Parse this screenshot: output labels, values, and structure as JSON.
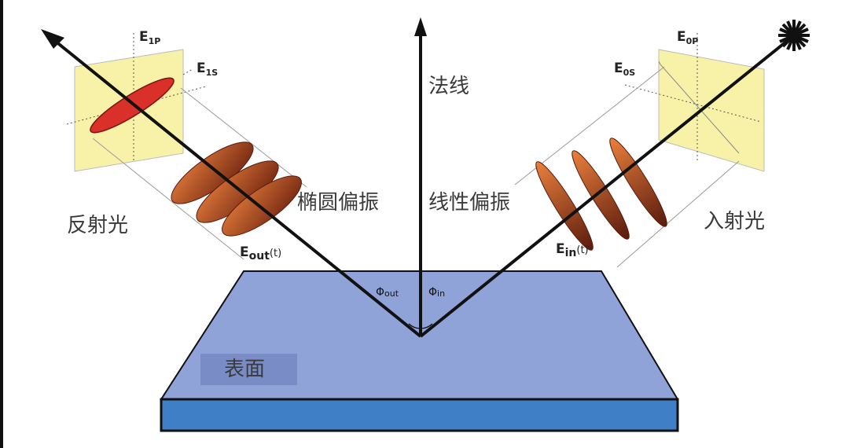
{
  "labels": {
    "normal": "法线",
    "reflected_light": "反射光",
    "incident_light": "入射光",
    "elliptical_polarization": "椭圆偏振",
    "linear_polarization": "线性偏振",
    "surface": "表面",
    "e1p": {
      "main": "E",
      "sub": "1P"
    },
    "e1s": {
      "main": "E",
      "sub": "1S"
    },
    "e0p": {
      "main": "E",
      "sub": "0P"
    },
    "e0s": {
      "main": "E",
      "sub": "0S"
    },
    "eout": {
      "main": "E",
      "sub": "out",
      "suffix": "(t)"
    },
    "ein": {
      "main": "E",
      "sub": "in",
      "suffix": "(t)"
    },
    "phi_out": {
      "main": "Φ",
      "sub": "out"
    },
    "phi_in": {
      "main": "Φ",
      "sub": "in"
    }
  },
  "colors": {
    "surface_top": "#8fa3d9",
    "surface_side": "#3f7fc6",
    "plane": "#f7f2a8",
    "reflected_ellipse": "#d9302a",
    "wave": "#b84a22"
  }
}
